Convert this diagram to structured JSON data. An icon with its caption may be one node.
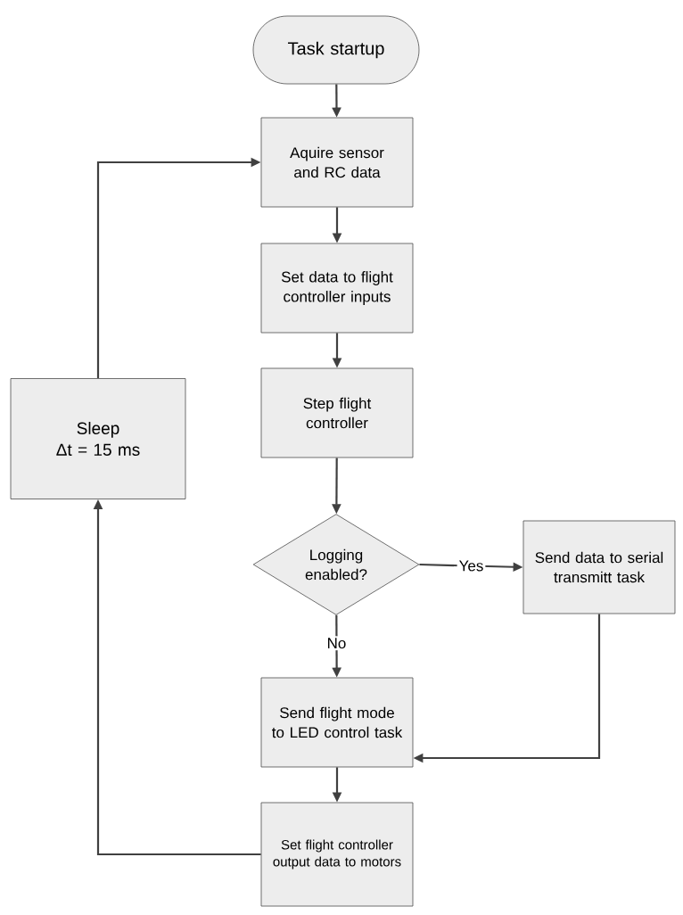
{
  "diagram": {
    "nodes": [
      {
        "text": [
          "Task startup"
        ]
      },
      {
        "text": [
          "Aquire sensor and RC data"
        ]
      },
      {
        "text": [
          "Set data to flight controller inputs"
        ]
      },
      {
        "text": [
          "Step flight controller"
        ]
      },
      {
        "text": [
          "Logging enabled?"
        ]
      },
      {
        "text": [
          "Send data to serial transmitt task"
        ]
      },
      {
        "text": [
          "Send flight mode to LED control task"
        ]
      },
      {
        "text": [
          "Set flight controller output data to motors"
        ]
      },
      {
        "text": [
          "Sleep",
          "Δt = 15 ms"
        ]
      }
    ],
    "edges": [
      {
        "from": 0,
        "to": 1,
        "arrow": "to"
      },
      {
        "from": 1,
        "to": 2,
        "arrow": "to"
      },
      {
        "from": 2,
        "to": 3,
        "arrow": "to"
      },
      {
        "from": 3,
        "to": 4,
        "arrow": "to"
      },
      {
        "from": 4,
        "to": 5,
        "arrow": "to",
        "label": "Yes"
      },
      {
        "from": 4,
        "to": 6,
        "arrow": "to",
        "label": "No"
      },
      {
        "from": 5,
        "to": 6,
        "arrow": "to"
      },
      {
        "from": 6,
        "to": 7,
        "arrow": "to"
      },
      {
        "from": 7,
        "to": 8,
        "arrow": "to"
      },
      {
        "from": 8,
        "to": 1,
        "arrow": "to"
      }
    ]
  }
}
